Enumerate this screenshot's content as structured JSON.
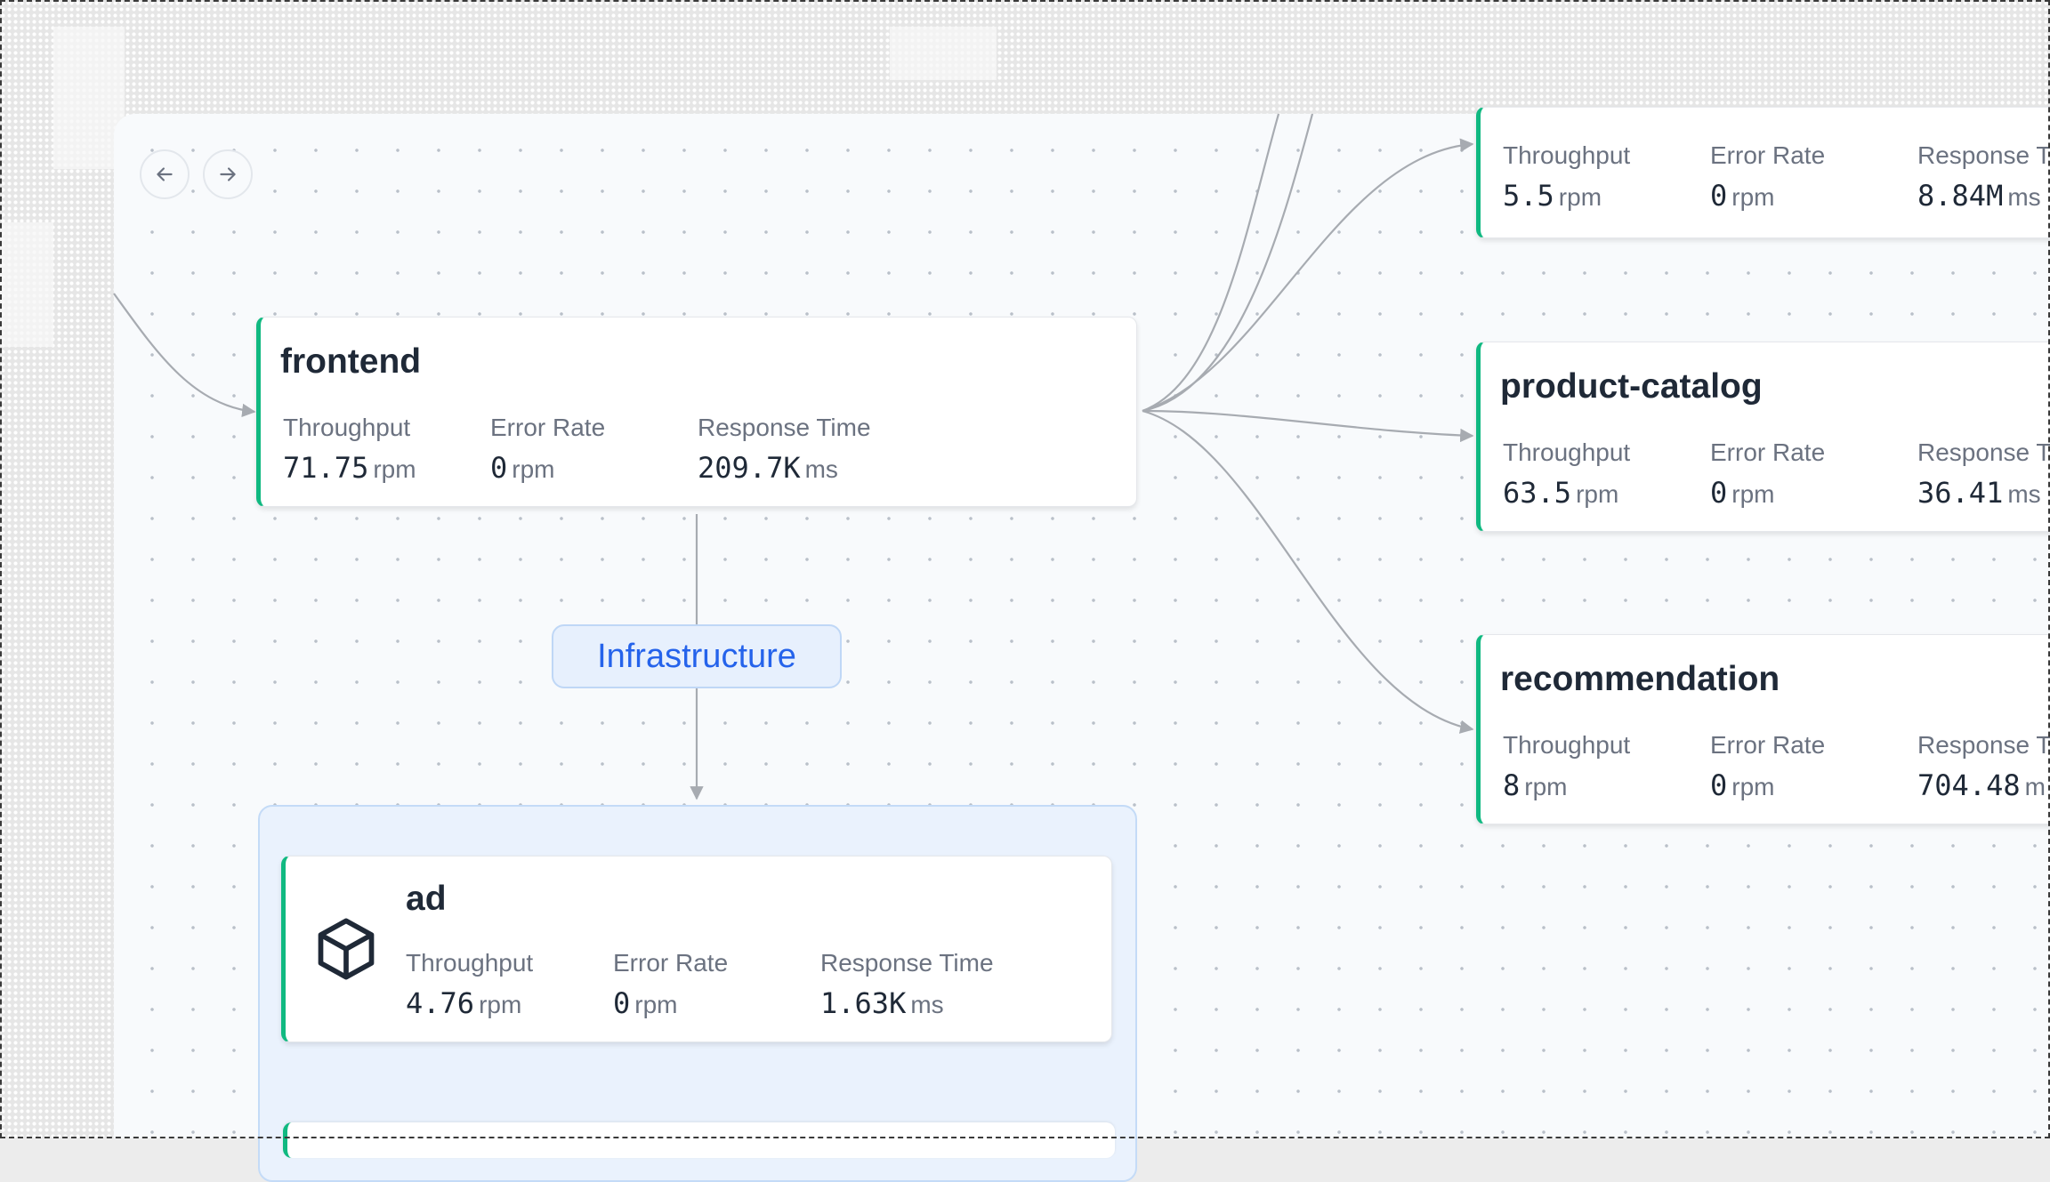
{
  "nav": {
    "back_icon": "arrow-left-icon",
    "forward_icon": "arrow-right-icon"
  },
  "colors": {
    "healthy_accent": "#10b981",
    "infra_accent": "#2563eb",
    "edge": "#a7abb1"
  },
  "group_label": "Infrastructure",
  "nodes": [
    {
      "title": "frontend",
      "metrics": [
        {
          "label": "Throughput",
          "value": "71.75",
          "unit": "rpm"
        },
        {
          "label": "Error Rate",
          "value": "0",
          "unit": "rpm"
        },
        {
          "label": "Response Time",
          "value": "209.7K",
          "unit": "ms"
        }
      ]
    },
    {
      "title": "",
      "metrics": [
        {
          "label": "Throughput",
          "value": "5.5",
          "unit": "rpm"
        },
        {
          "label": "Error Rate",
          "value": "0",
          "unit": "rpm"
        },
        {
          "label": "Response T",
          "value": "8.84M",
          "unit": "ms"
        }
      ]
    },
    {
      "title": "product-catalog",
      "metrics": [
        {
          "label": "Throughput",
          "value": "63.5",
          "unit": "rpm"
        },
        {
          "label": "Error Rate",
          "value": "0",
          "unit": "rpm"
        },
        {
          "label": "Response T",
          "value": "36.41",
          "unit": "ms"
        }
      ]
    },
    {
      "title": "recommendation",
      "metrics": [
        {
          "label": "Throughput",
          "value": "8",
          "unit": "rpm"
        },
        {
          "label": "Error Rate",
          "value": "0",
          "unit": "rpm"
        },
        {
          "label": "Response T",
          "value": "704.48",
          "unit": "m"
        }
      ]
    },
    {
      "title": "ad",
      "icon": "cube-icon",
      "metrics": [
        {
          "label": "Throughput",
          "value": "4.76",
          "unit": "rpm"
        },
        {
          "label": "Error Rate",
          "value": "0",
          "unit": "rpm"
        },
        {
          "label": "Response Time",
          "value": "1.63K",
          "unit": "ms"
        }
      ]
    }
  ]
}
